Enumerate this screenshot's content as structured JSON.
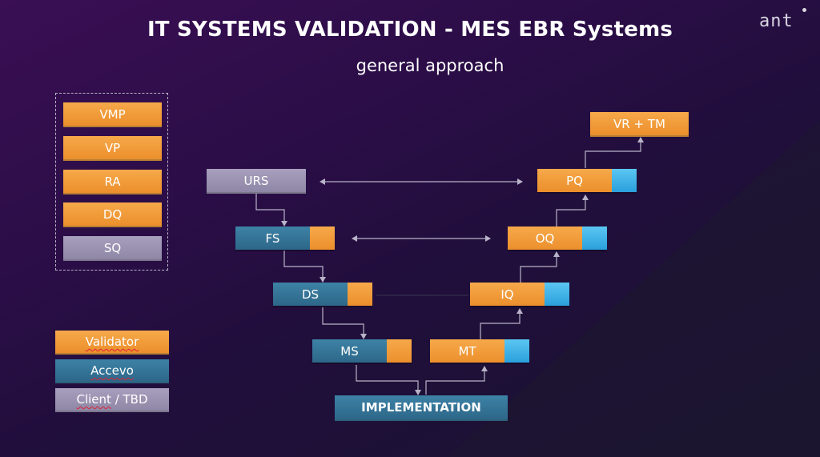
{
  "header": {
    "title": "IT SYSTEMS VALIDATION - MES EBR Systems",
    "subtitle": "general approach",
    "logo_text": "ant"
  },
  "documents": [
    {
      "label": "VMP",
      "role": "Validator"
    },
    {
      "label": "VP",
      "role": "Validator"
    },
    {
      "label": "RA",
      "role": "Validator"
    },
    {
      "label": "DQ",
      "role": "Validator"
    },
    {
      "label": "SQ",
      "role": "Client / TBD"
    }
  ],
  "left_branch": [
    {
      "label": "URS",
      "role": "Client / TBD"
    },
    {
      "label": "FS",
      "role": "Accevo",
      "secondary": "Validator"
    },
    {
      "label": "DS",
      "role": "Accevo",
      "secondary": "Validator"
    },
    {
      "label": "MS",
      "role": "Accevo",
      "secondary": "Validator"
    }
  ],
  "right_branch": [
    {
      "label": "MT",
      "role": "Validator"
    },
    {
      "label": "IQ",
      "role": "Validator"
    },
    {
      "label": "OQ",
      "role": "Validator"
    },
    {
      "label": "PQ",
      "role": "Validator"
    },
    {
      "label": "VR + TM",
      "role": "Validator"
    }
  ],
  "bottom": {
    "label": "IMPLEMENTATION",
    "role": "Accevo"
  },
  "legend": [
    {
      "label": "Validator",
      "color": "#f0982f"
    },
    {
      "label": "Accevo",
      "color": "#35769a"
    },
    {
      "label": "Client / TBD",
      "color": "#9a92b1"
    }
  ],
  "colors": {
    "validator": "#f0982f",
    "accevo": "#35769a",
    "client": "#9a92b1",
    "secondary_blue": "#3fb3e8",
    "connector": "#b9b3c9"
  }
}
